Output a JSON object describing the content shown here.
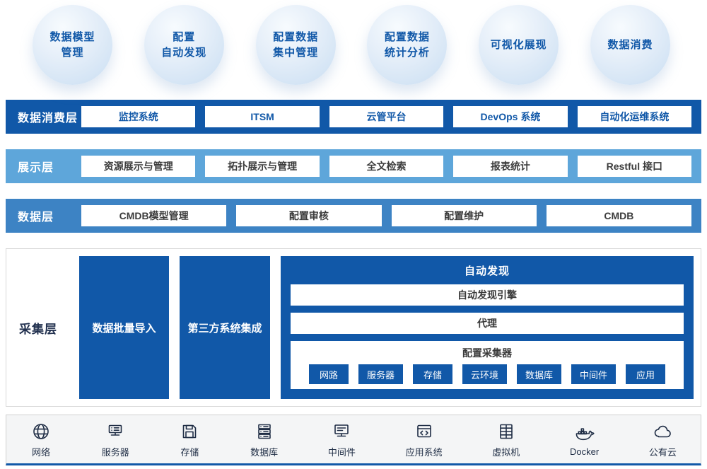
{
  "colors": {
    "primary_blue": "#1158a8",
    "light_blue_bar": "#5ea6da",
    "mid_blue_bar": "#3d83c4",
    "bubble_fill": "#d5e5f5",
    "footer_bg": "#f4f5f6"
  },
  "bubbles": [
    {
      "label": "数据模型\n管理"
    },
    {
      "label": "配置\n自动发现"
    },
    {
      "label": "配置数据\n集中管理"
    },
    {
      "label": "配置数据\n统计分析"
    },
    {
      "label": "可视化展现"
    },
    {
      "label": "数据消费"
    }
  ],
  "layers": [
    {
      "label": "数据消费层",
      "items": [
        "监控系统",
        "ITSM",
        "云管平台",
        "DevOps 系统",
        "自动化运维系统"
      ]
    },
    {
      "label": "展示层",
      "items": [
        "资源展示与管理",
        "拓扑展示与管理",
        "全文检索",
        "报表统计",
        "Restful 接口"
      ]
    },
    {
      "label": "数据层",
      "items": [
        "CMDB模型管理",
        "配置审核",
        "配置维护",
        "CMDB"
      ]
    }
  ],
  "collection": {
    "label": "采集层",
    "blocks": [
      {
        "label": "数据批量导入"
      },
      {
        "label": "第三方系统集成"
      }
    ],
    "auto_discovery": {
      "title": "自动发现",
      "engine": "自动发现引擎",
      "agent": "代理",
      "collector": {
        "title": "配置采集器",
        "items": [
          "网路",
          "服务器",
          "存储",
          "云环境",
          "数据库",
          "中间件",
          "应用"
        ]
      }
    }
  },
  "footer": {
    "items": [
      {
        "label": "网络",
        "icon": "globe-icon"
      },
      {
        "label": "服务器",
        "icon": "server-icon"
      },
      {
        "label": "存储",
        "icon": "storage-icon"
      },
      {
        "label": "数据库",
        "icon": "database-icon"
      },
      {
        "label": "中间件",
        "icon": "middleware-icon"
      },
      {
        "label": "应用系统",
        "icon": "application-icon"
      },
      {
        "label": "虚拟机",
        "icon": "vm-icon"
      },
      {
        "label": "Docker",
        "icon": "docker-icon"
      },
      {
        "label": "公有云",
        "icon": "cloud-icon"
      }
    ]
  }
}
